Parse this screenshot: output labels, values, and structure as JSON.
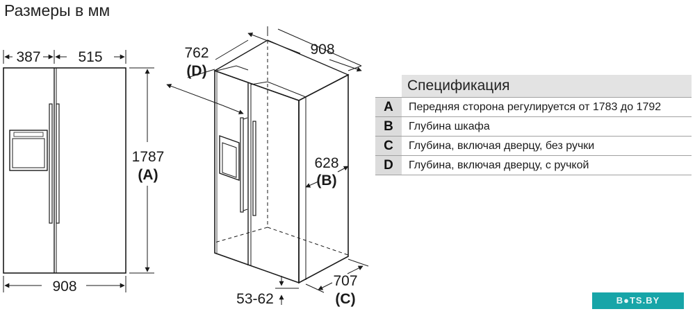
{
  "title": "Размеры в мм",
  "front": {
    "freezer_width": "387",
    "fridge_width": "515",
    "total_width": "908",
    "height": "1787",
    "height_key": "(A)"
  },
  "iso": {
    "width": "908",
    "depth_handle": "762",
    "depth_handle_key": "(D)",
    "cabinet_depth": "628",
    "cabinet_depth_key": "(B)",
    "depth_door": "707",
    "depth_door_key": "(C)",
    "feet": "53-62"
  },
  "spec": {
    "heading": "Спецификация",
    "rows": [
      {
        "key": "A",
        "text": "Передняя сторона регулируется от 1783 до 1792"
      },
      {
        "key": "B",
        "text": "Глубина шкафа"
      },
      {
        "key": "C",
        "text": "Глубина, включая дверцу, без ручки"
      },
      {
        "key": "D",
        "text": "Глубина, включая дверцу, с ручкой"
      }
    ]
  },
  "watermark": "B●TS.BY"
}
